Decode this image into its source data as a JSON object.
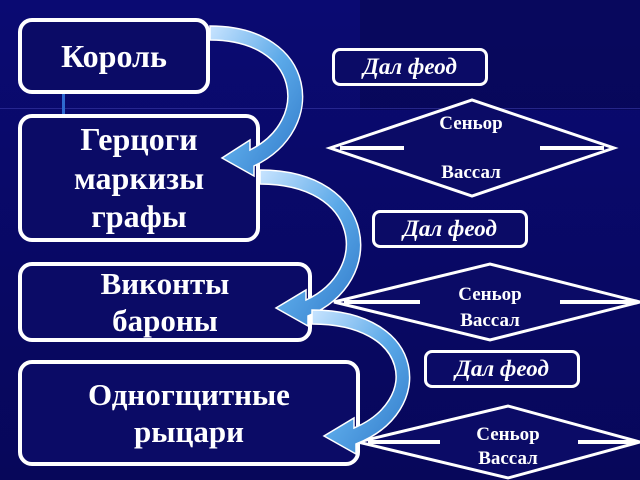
{
  "hierarchy": {
    "king": "Король",
    "dukes_line1": "Герцоги",
    "dukes_line2": "маркизы",
    "dukes_line3": "графы",
    "viscounts_line1": "Виконты",
    "viscounts_line2": "бароны",
    "knights_line1": "Одногщитные",
    "knights_line2": "рыцари"
  },
  "fief_labels": [
    "Дал феод",
    "Дал феод",
    "Дал феод"
  ],
  "relations": [
    {
      "top": "Сеньор",
      "bottom": "Вассал"
    },
    {
      "top": "Сеньор",
      "bottom": "Вассал"
    },
    {
      "top": "Сеньор",
      "bottom": "Вассал"
    }
  ],
  "colors": {
    "background": "#0a0a6e",
    "box_fill": "#0b0b66",
    "border": "#ffffff",
    "arrow": "#5aa8e8"
  }
}
